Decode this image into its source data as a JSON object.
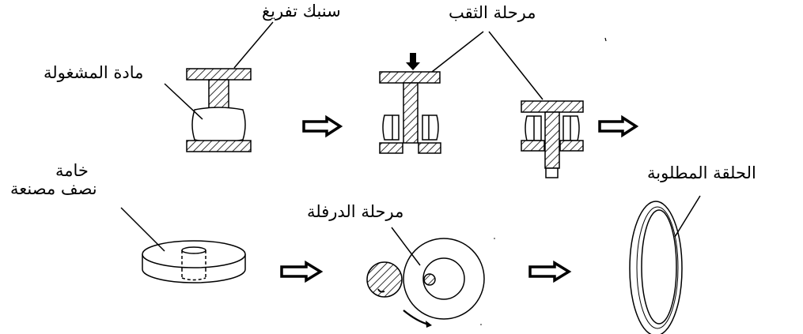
{
  "labels": {
    "punch": "سنبك تفريغ",
    "piercing_stage": "مرحلة الثقب",
    "workpiece": "مادة المشغولة",
    "blank_line1": "خامة",
    "blank_line2": "نصف مصنعة",
    "rolling_stage": "مرحلة الدرفلة",
    "required_ring": "الحلقة المطلوبة"
  },
  "colors": {
    "stroke": "#000000",
    "background": "#ffffff"
  }
}
